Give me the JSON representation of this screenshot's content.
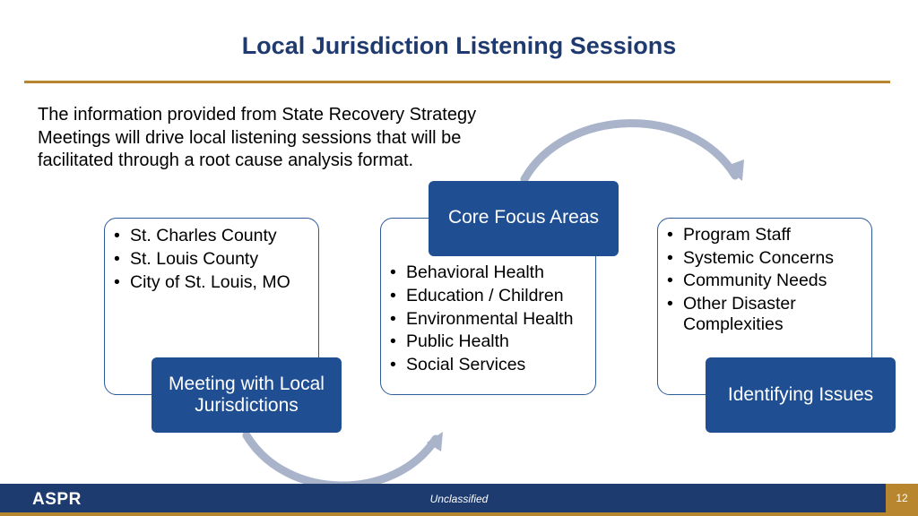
{
  "slide": {
    "title": "Local Jurisdiction Listening Sessions",
    "intro": "The information provided from State Recovery Strategy Meetings will drive local  listening sessions that will be facilitated through a root cause analysis format."
  },
  "panels": {
    "left": {
      "label": "Meeting with Local Jurisdictions",
      "items": [
        "St. Charles County",
        "St. Louis County",
        "City of St. Louis, MO"
      ]
    },
    "middle": {
      "label": "Core Focus Areas",
      "items": [
        "Behavioral Health",
        "Education / Children",
        "Environmental Health",
        "Public Health",
        "Social Services"
      ]
    },
    "right": {
      "label": "Identifying Issues",
      "items": [
        "Program Staff",
        "Systemic Concerns",
        "Community Needs",
        "Other Disaster Complexities"
      ]
    }
  },
  "footer": {
    "logo": "ASPR",
    "classification": "Unclassified",
    "page_number": "12"
  },
  "colors": {
    "title": "#1f3a6e",
    "accent_gold": "#b8862f",
    "box_blue": "#1f4f92",
    "arrow_gray": "#a9b4ca",
    "footer_navy": "#1d3b6e"
  }
}
